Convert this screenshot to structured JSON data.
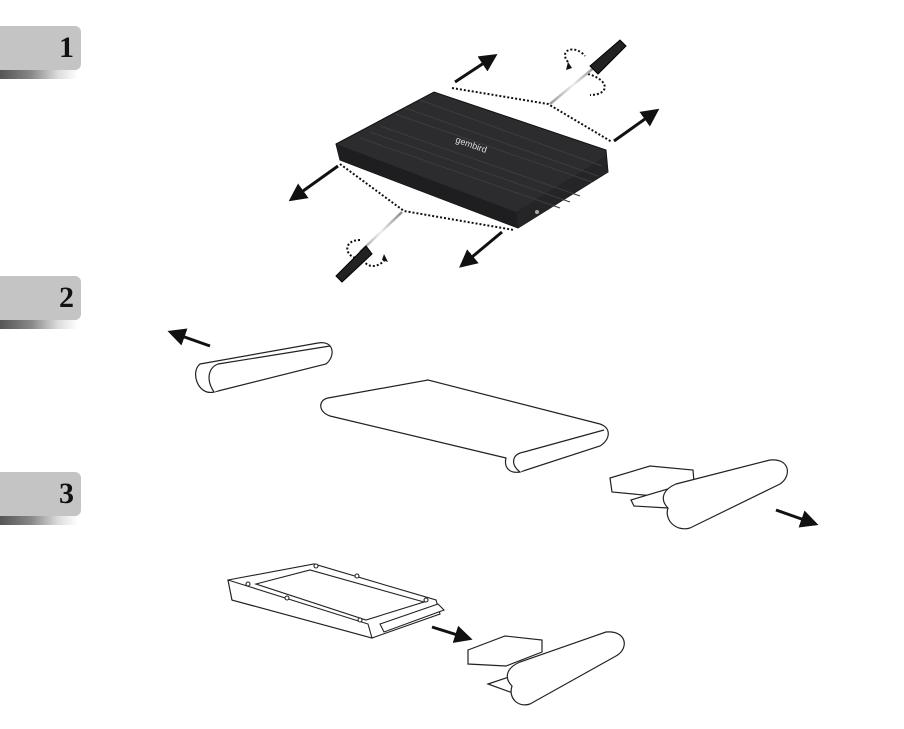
{
  "steps": [
    {
      "number": "1",
      "description": "Unscrew both end caps of the enclosure with a screwdriver"
    },
    {
      "number": "2",
      "description": "Remove end caps from the enclosure body"
    },
    {
      "number": "3",
      "description": "Connect the 2.5-inch hard drive to the end cap connector board"
    }
  ],
  "enclosure": {
    "brand": "gembird"
  },
  "colors": {
    "badge": "#c4c4c4",
    "enclosure": "#2b2b2d",
    "line": "#222222"
  }
}
